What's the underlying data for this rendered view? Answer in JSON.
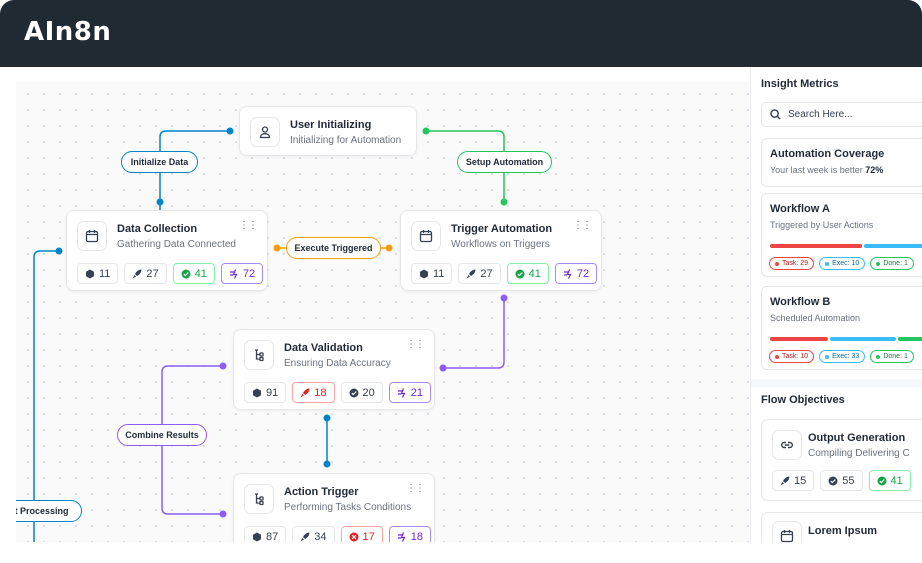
{
  "app": {
    "logo": "AIn8n"
  },
  "nodes": {
    "user_init": {
      "title": "User Initializing",
      "subtitle": "Initializing for Automation"
    },
    "data_collection": {
      "title": "Data Collection",
      "subtitle": "Gathering Data Connected",
      "stats": [
        "11",
        "27",
        "41",
        "72"
      ]
    },
    "trigger_automation": {
      "title": "Trigger Automation",
      "subtitle": "Workflows on Triggers",
      "stats": [
        "11",
        "27",
        "41",
        "72"
      ]
    },
    "data_validation": {
      "title": "Data Validation",
      "subtitle": "Ensuring Data Accuracy",
      "stats": [
        "91",
        "18",
        "20",
        "21"
      ]
    },
    "action_trigger": {
      "title": "Action Trigger",
      "subtitle": "Performing Tasks Conditions",
      "stats": [
        "87",
        "34",
        "17",
        "18"
      ]
    }
  },
  "connectors": {
    "initialize_data": "Initialize Data",
    "setup_automation": "Setup Automation",
    "execute_triggered": "Execute Triggered",
    "combine_results": "Combine Results",
    "direct_processing": "ct Processing"
  },
  "sidebar": {
    "insight_title": "Insight Metrics",
    "search_placeholder": "Search Here...",
    "coverage": {
      "title": "Automation Coverage",
      "subtitle": "Your last week is better",
      "percent": "72%"
    },
    "workflow_a": {
      "title": "Workflow A",
      "subtitle": "Triggered by User Actions",
      "tags": [
        "Task: 29",
        "Exec: 10",
        "Done: 1"
      ]
    },
    "workflow_b": {
      "title": "Workflow B",
      "subtitle": "Scheduled Automation",
      "tags": [
        "Task: 10",
        "Exec: 33",
        "Done: 1"
      ]
    },
    "objectives_title": "Flow Objectives",
    "output_generation": {
      "title": "Output Generation",
      "subtitle": "Compiling Delivering C",
      "stats": [
        "15",
        "55",
        "41"
      ]
    },
    "lorem": {
      "title": "Lorem Ipsum"
    }
  },
  "colors": {
    "header": "#1f2a33",
    "blue": "#0284c7",
    "green": "#22c55e",
    "orange": "#f59e0b",
    "purple": "#8b5cf6",
    "red": "#ef4444"
  }
}
